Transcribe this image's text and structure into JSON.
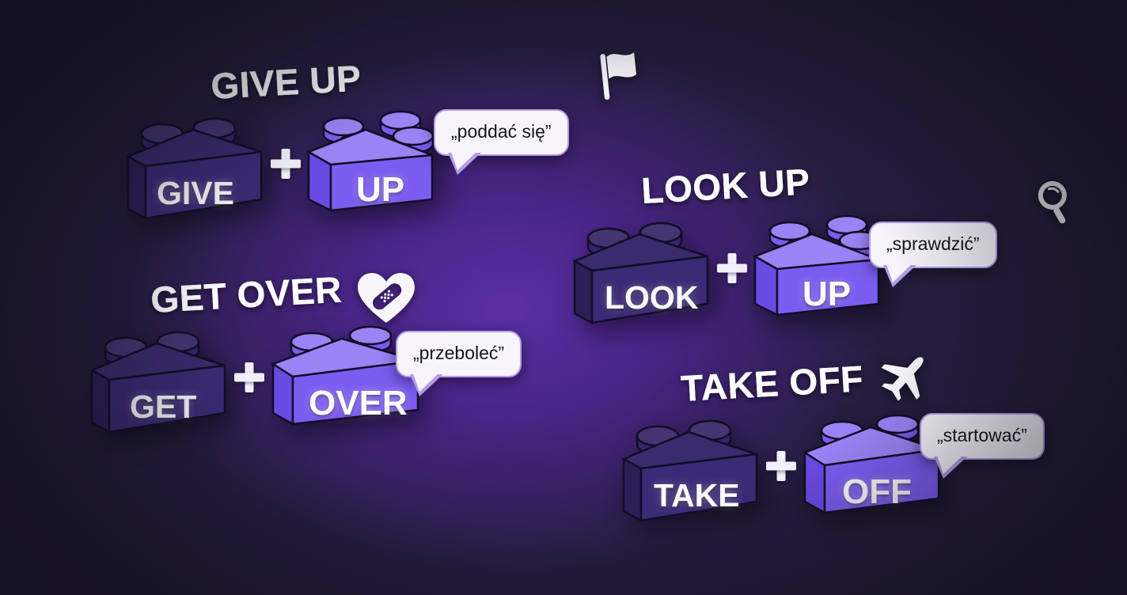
{
  "theme": {
    "background_dark": "#1d1a2c",
    "background_glow": "#5a2fa3",
    "brick_dark_front": "#3b2a75",
    "brick_dark_top": "#33256a",
    "brick_dark_side": "#2b1f57",
    "brick_light_front": "#7c5cf0",
    "brick_light_top": "#9b82f5",
    "brick_light_side": "#6a4ae2",
    "bubble_fill": "#f7f5fb",
    "bubble_border": "#b49ce8",
    "text_white": "#fdfdff"
  },
  "groups": [
    {
      "heading": "GIVE UP",
      "brick_one": {
        "label": "GIVE",
        "studs": 2,
        "tone": "dark"
      },
      "operator": "+",
      "brick_two": {
        "label": "UP",
        "studs": 4,
        "tone": "light"
      },
      "translation": "„poddać się”",
      "icon": "white-flag-icon"
    },
    {
      "heading": "LOOK UP",
      "brick_one": {
        "label": "LOOK",
        "studs": 2,
        "tone": "dark"
      },
      "operator": "+",
      "brick_two": {
        "label": "UP",
        "studs": 4,
        "tone": "light"
      },
      "translation": "„sprawdzić”",
      "icon": "magnifying-glass-icon"
    },
    {
      "heading": "GET OVER",
      "brick_one": {
        "label": "GET",
        "studs": 2,
        "tone": "dark"
      },
      "operator": "+",
      "brick_two": {
        "label": "OVER",
        "studs": 2,
        "tone": "light"
      },
      "translation": "„przeboleć”",
      "icon": "bandaged-heart-icon"
    },
    {
      "heading": "TAKE OFF",
      "brick_one": {
        "label": "TAKE",
        "studs": 2,
        "tone": "dark"
      },
      "operator": "+",
      "brick_two": {
        "label": "OFF",
        "studs": 2,
        "tone": "light"
      },
      "translation": "„startować”",
      "icon": "airplane-icon"
    }
  ]
}
